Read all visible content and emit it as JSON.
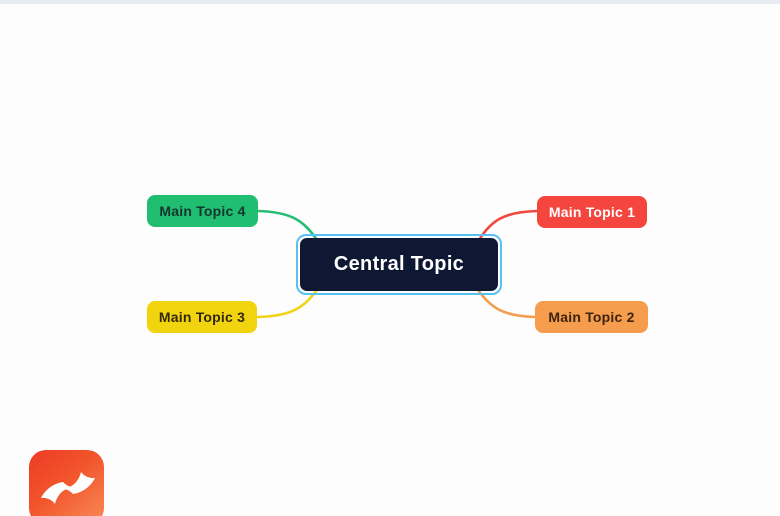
{
  "canvas": {
    "background_color": "#fdfdfe",
    "top_strip_color": "#e8ebef"
  },
  "mindmap": {
    "central": {
      "label": "Central Topic",
      "bg": "#0f1833",
      "text_color": "#ffffff",
      "selection_color": "#58c1f0",
      "selected": true
    },
    "topics": [
      {
        "label": "Main Topic 1",
        "bg": "#f4463e",
        "text_color": "#ffffff",
        "branch_color": "#f4463e",
        "position": "top-right"
      },
      {
        "label": "Main Topic 2",
        "bg": "#f59d4d",
        "text_color": "#3d2410",
        "branch_color": "#f59d4d",
        "position": "bottom-right"
      },
      {
        "label": "Main Topic 3",
        "bg": "#f2d40e",
        "text_color": "#33290a",
        "branch_color": "#f0d313",
        "position": "bottom-left"
      },
      {
        "label": "Main Topic 4",
        "bg": "#1fbe71",
        "text_color": "#16352e",
        "branch_color": "#27bd72",
        "position": "top-left"
      }
    ]
  },
  "watermark": {
    "name": "xmind-logo",
    "bg_gradient_start": "#ec3b24",
    "bg_gradient_end": "#f98b57",
    "glyph_color": "#ffffff"
  }
}
